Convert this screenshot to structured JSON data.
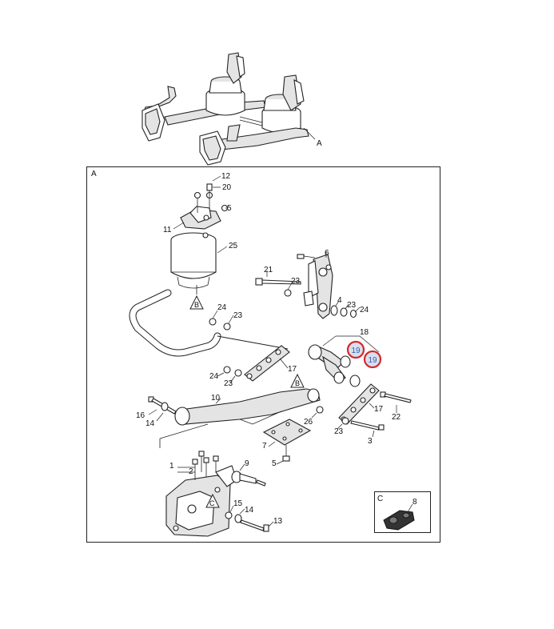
{
  "diagram": {
    "view_labels": {
      "main": "A",
      "inset": "C",
      "overview_callout": "A"
    },
    "ref_labels": [
      "B",
      "B",
      "C"
    ],
    "callouts": [
      {
        "id": "c12",
        "text": "12"
      },
      {
        "id": "c20",
        "text": "20"
      },
      {
        "id": "c5a",
        "text": "5"
      },
      {
        "id": "c11",
        "text": "11"
      },
      {
        "id": "c25",
        "text": "25"
      },
      {
        "id": "c6",
        "text": "6"
      },
      {
        "id": "c21",
        "text": "21"
      },
      {
        "id": "c23a",
        "text": "23"
      },
      {
        "id": "c4",
        "text": "4"
      },
      {
        "id": "c23b",
        "text": "23"
      },
      {
        "id": "c24a",
        "text": "24"
      },
      {
        "id": "c24b",
        "text": "24"
      },
      {
        "id": "c23c",
        "text": "23"
      },
      {
        "id": "c18",
        "text": "18"
      },
      {
        "id": "c17a",
        "text": "17"
      },
      {
        "id": "c24c",
        "text": "24"
      },
      {
        "id": "c23d",
        "text": "23"
      },
      {
        "id": "c10",
        "text": "10"
      },
      {
        "id": "c16",
        "text": "16"
      },
      {
        "id": "c14a",
        "text": "14"
      },
      {
        "id": "c26",
        "text": "26"
      },
      {
        "id": "c17b",
        "text": "17"
      },
      {
        "id": "c22",
        "text": "22"
      },
      {
        "id": "c23e",
        "text": "23"
      },
      {
        "id": "c3",
        "text": "3"
      },
      {
        "id": "c7",
        "text": "7"
      },
      {
        "id": "c5b",
        "text": "5"
      },
      {
        "id": "c1",
        "text": "1"
      },
      {
        "id": "c2",
        "text": "2"
      },
      {
        "id": "c9",
        "text": "9"
      },
      {
        "id": "c15",
        "text": "15"
      },
      {
        "id": "c14b",
        "text": "14"
      },
      {
        "id": "c13",
        "text": "13"
      },
      {
        "id": "c8",
        "text": "8"
      }
    ],
    "highlighted_callouts": [
      {
        "id": "h19a",
        "text": "19"
      },
      {
        "id": "h19b",
        "text": "19"
      }
    ],
    "colors": {
      "highlight_ring": "#d42a2a",
      "highlight_fill": "#d8dff0",
      "highlight_text": "#3a5ea8",
      "line": "#222222"
    }
  }
}
